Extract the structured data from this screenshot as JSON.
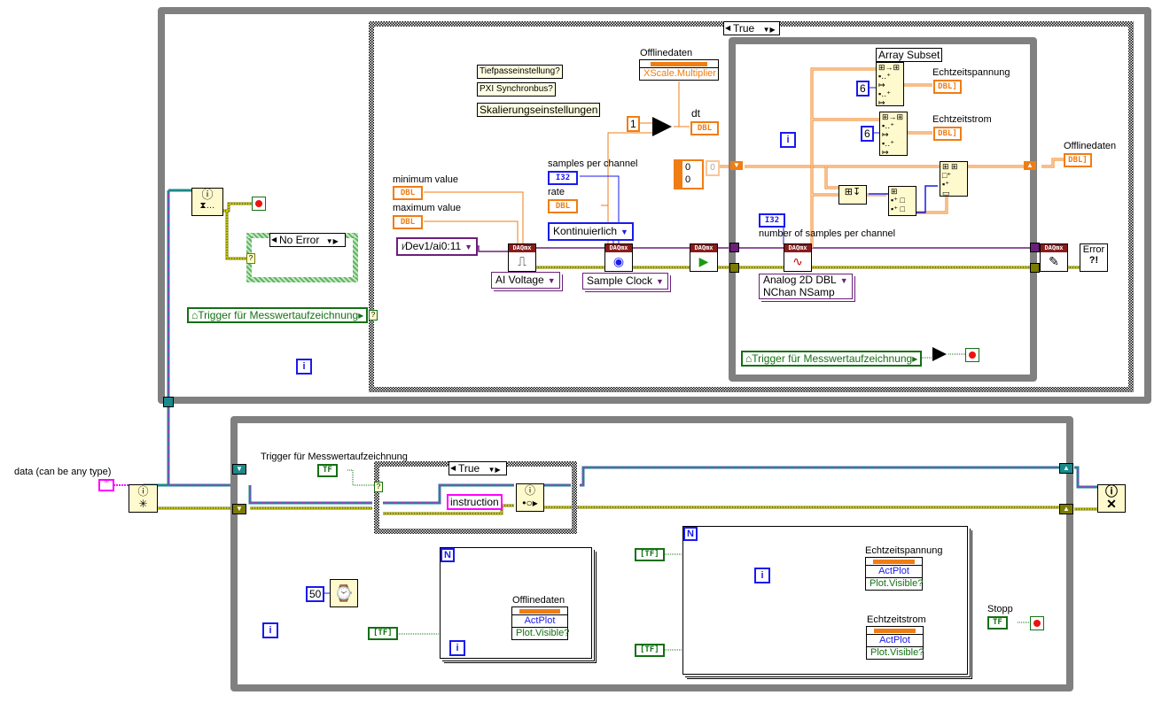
{
  "outer_loop": {
    "iteration_icon": "iteration-terminal-icon",
    "error_case_selector": "No Error",
    "trigger_global": "Trigger für Messwertaufzeichnung",
    "case": {
      "selector": "True",
      "notes": [
        "Tiefpasseinstellung?",
        "PXI Synchronbus?",
        "Skalierungseinstellungen"
      ],
      "offline_property_node": {
        "label": "Offlinedaten",
        "property": "XScale.Multiplier"
      },
      "constant_one": "1",
      "dt_label": "dt",
      "dt_indicator": "DBL",
      "samples_per_channel_label": "samples per channel",
      "samples_per_channel_type": "I32",
      "rate_label": "rate",
      "rate_type": "DBL",
      "minimum_value_label": "minimum value",
      "minimum_value_type": "DBL",
      "maximum_value_label": "maximum value",
      "maximum_value_type": "DBL",
      "physical_channel": "Dev1/ai0:11",
      "ai_voltage_ring": "AI Voltage",
      "timing_mode": "Kontinuierlich",
      "sample_clock_ring": "Sample Clock",
      "daqmx_header": "DAQmx",
      "array_constant": [
        "0",
        "0"
      ],
      "array_index": "0",
      "inner_loop": {
        "array_subset_label": "Array Subset",
        "subset_constant_1": "6",
        "subset_constant_2": "6",
        "echtzeitspannung_label": "Echtzeitspannung",
        "echtzeitstrom_label": "Echtzeitstrom",
        "indicator_type": "DBL",
        "samples_per_channel_type": "I32",
        "samples_per_channel_label": "number of samples per channel",
        "read_ring_line1": "Analog 2D DBL",
        "read_ring_line2": "NChan NSamp",
        "trigger_global": "Trigger für Messwertaufzeichnung"
      },
      "offlinedaten_label": "Offlinedaten",
      "offlinedaten_type": "DBL",
      "error_label": "Error"
    }
  },
  "lower_loop": {
    "data_label": "data (can be any type)",
    "trigger_label": "Trigger für Messwertaufzeichnung",
    "trigger_type": "TF",
    "case_selector": "True",
    "instruction_constant": "instruction",
    "wait_ms": "50",
    "for_loop_1": {
      "count_terminal": "N",
      "bool_type": "TF",
      "property_node": {
        "label": "Offlinedaten",
        "row1": "ActPlot",
        "row2": "Plot.Visible?"
      }
    },
    "for_loop_2": {
      "count_terminal": "N",
      "bool_type_1": "TF",
      "bool_type_2": "TF",
      "property_node_1": {
        "label": "Echtzeitspannung",
        "row1": "ActPlot",
        "row2": "Plot.Visible?"
      },
      "property_node_2": {
        "label": "Echtzeitstrom",
        "row1": "ActPlot",
        "row2": "Plot.Visible?"
      }
    },
    "stopp_label": "Stopp",
    "stopp_type": "TF"
  },
  "colors": {
    "loop_border": "#808080",
    "dbl_orange": "#f07d13",
    "int_blue": "#1a1aee",
    "bool_green": "#137013",
    "error_yellow": "#9c9c00",
    "refnum_purple": "#6b1f7b",
    "variant_pink": "#ff00ff"
  }
}
